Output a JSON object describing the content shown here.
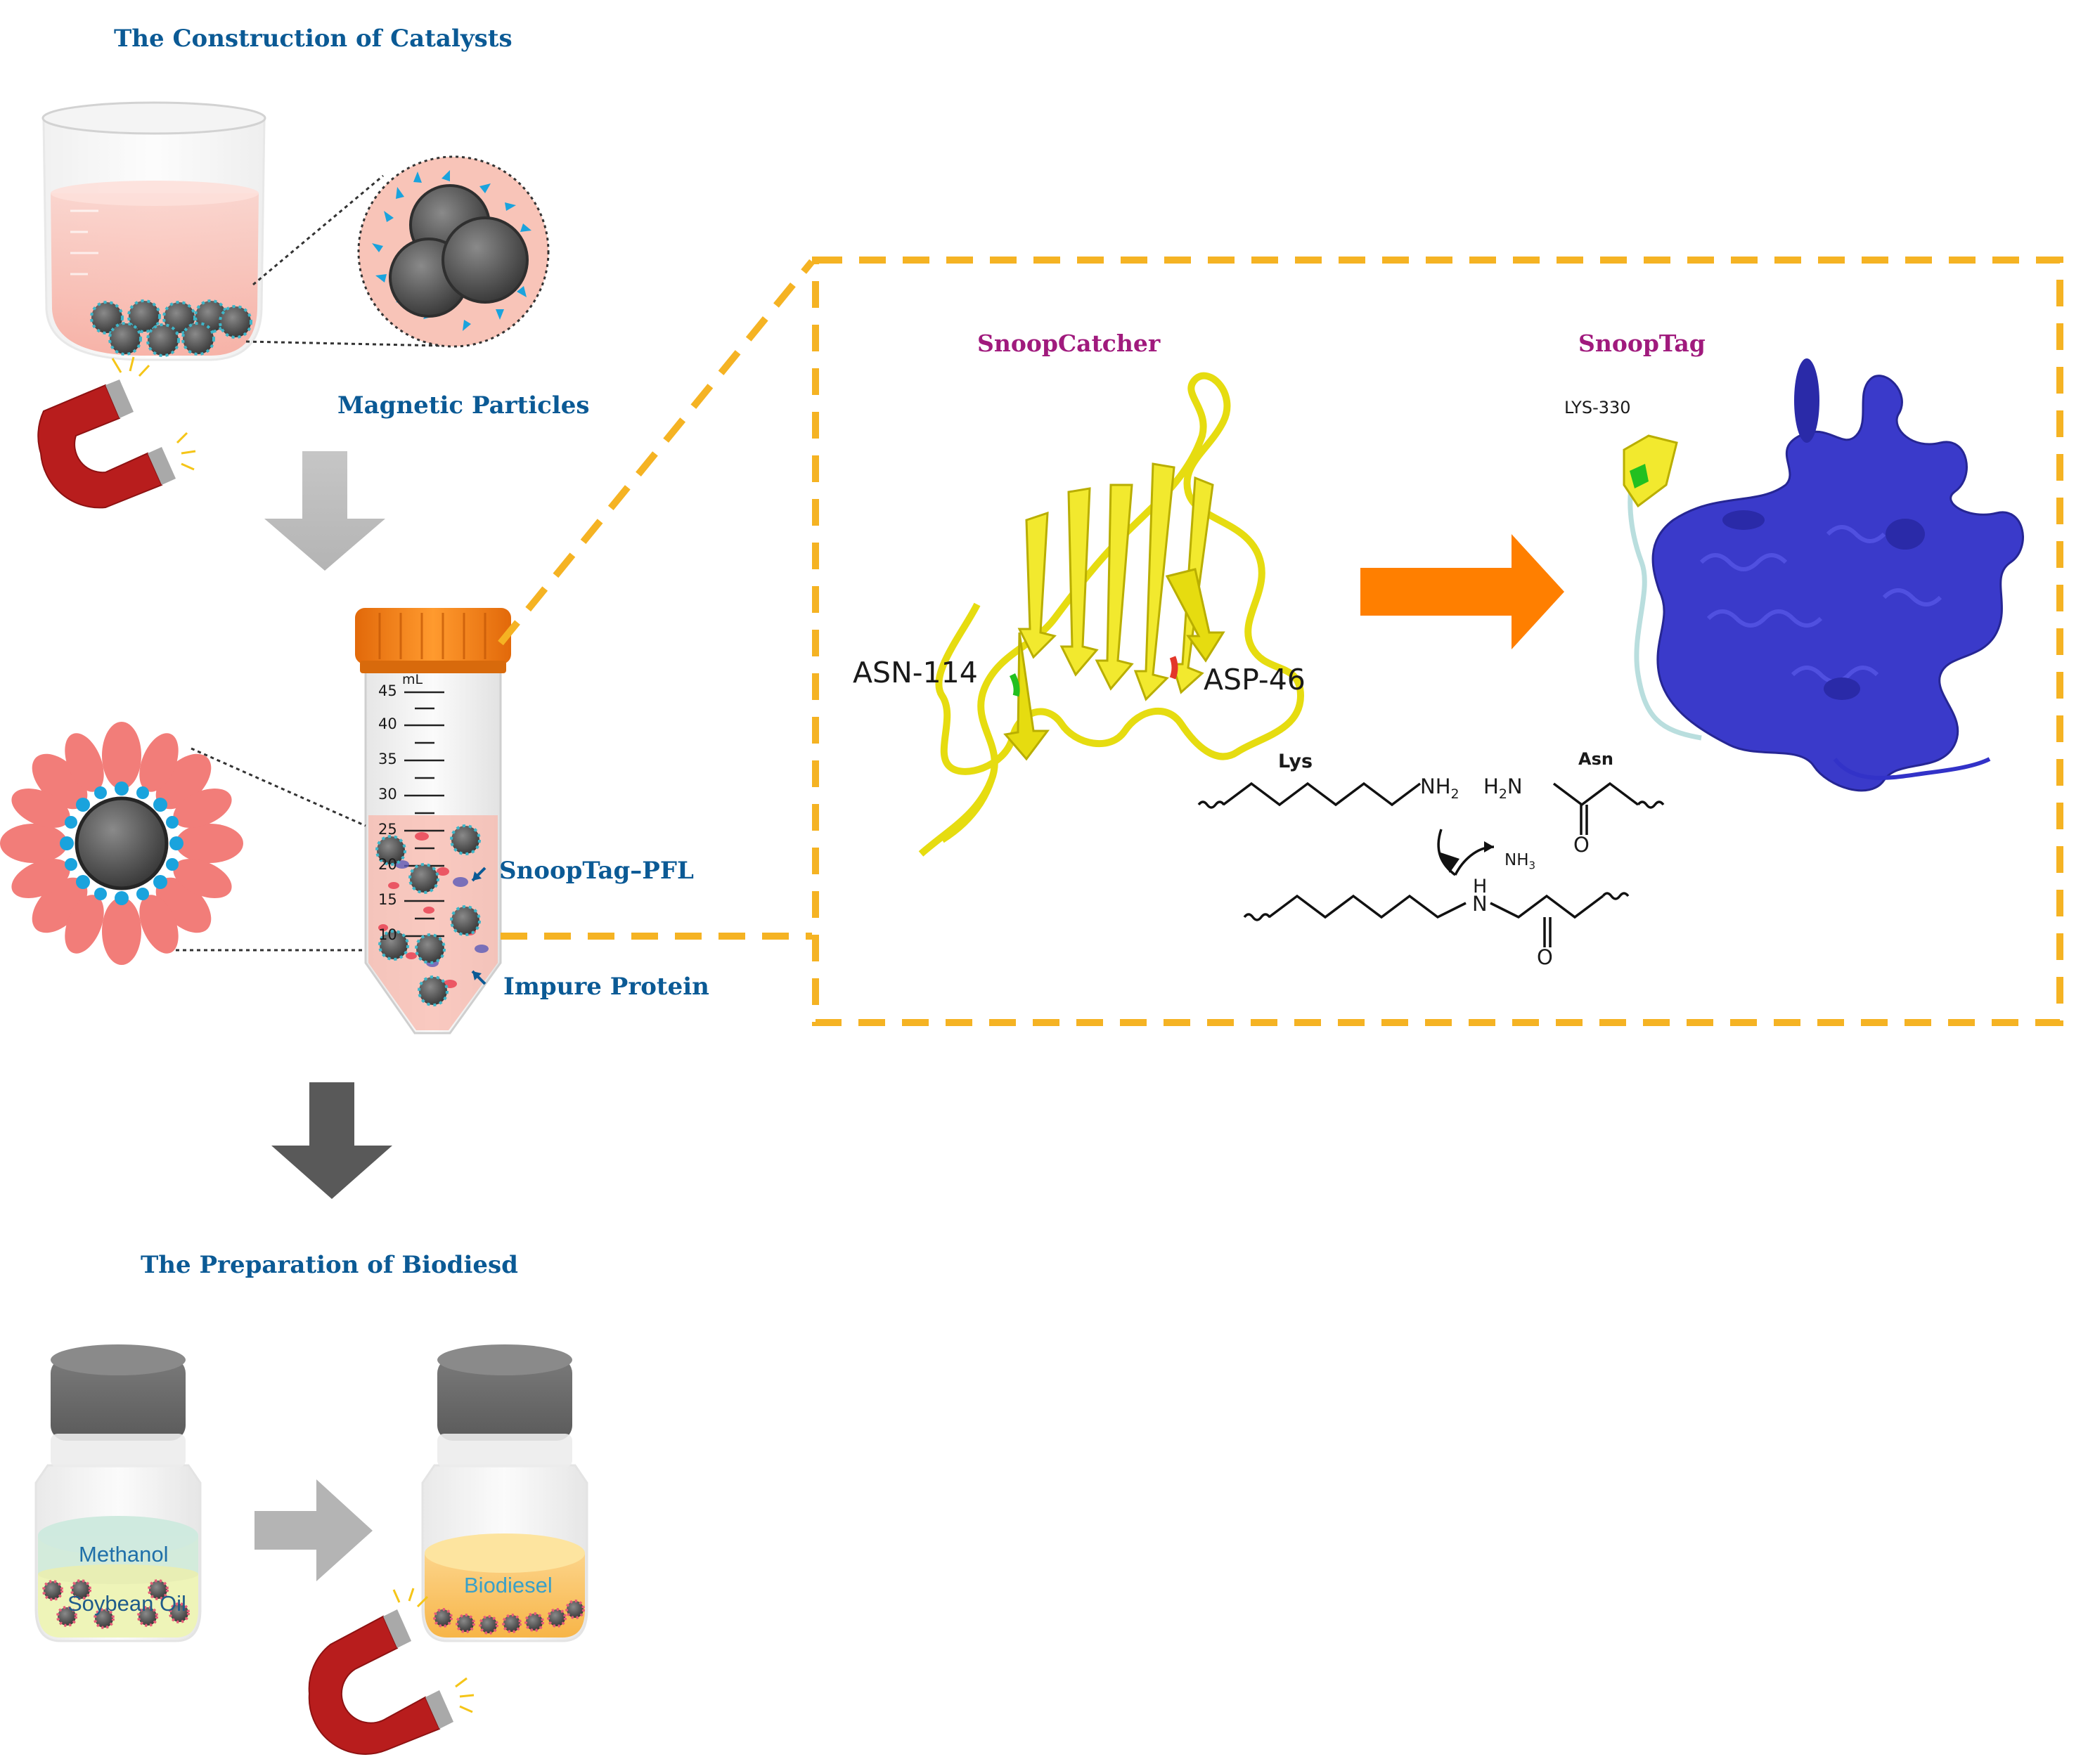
{
  "sections": {
    "construction_title": "The Construction of Catalysts",
    "preparation_title": "The Preparation of Biodiesd"
  },
  "labels": {
    "magnetic_particles": "Magnetic Particles",
    "snooptag_pfl": "SnoopTag–PFL",
    "impure_protein": "Impure Protein",
    "snoopcatcher": "SnoopCatcher",
    "snooptag": "SnoopTag",
    "lys_330": "LYS-330",
    "asn_114": "ASN-114",
    "asp_46": "ASP-46",
    "lys": "Lys",
    "asn": "Asn",
    "methanol": "Methanol",
    "soybean_oil": "Soybean Oil",
    "biodiesel": "Biodiesel"
  },
  "tube_scale": {
    "unit": "mL",
    "marks": [
      "45",
      "40",
      "35",
      "30",
      "25",
      "20",
      "15",
      "10"
    ]
  },
  "chem": {
    "nh2": "NH",
    "nh2_sub": "2",
    "h2n_h": "H",
    "h2n_sub": "2",
    "h2n_n": "N",
    "o": "O",
    "nh3": "NH",
    "nh3_sub": "3",
    "h": "H",
    "n": "N"
  },
  "colors": {
    "title_blue": "#0b5a95",
    "magenta": "#a01a7d",
    "dash_orange": "#f5b323",
    "arrow_orange": "#ff7f00",
    "protein_yellow": "#f2e92e",
    "protein_blue": "#3131c8",
    "particle_gray": "#5d5d5d",
    "particle_blue": "#1aa3dd",
    "petal_salmon": "#f27d79",
    "magnet_red": "#b81d1d",
    "cap_orange": "#f07a0c"
  }
}
